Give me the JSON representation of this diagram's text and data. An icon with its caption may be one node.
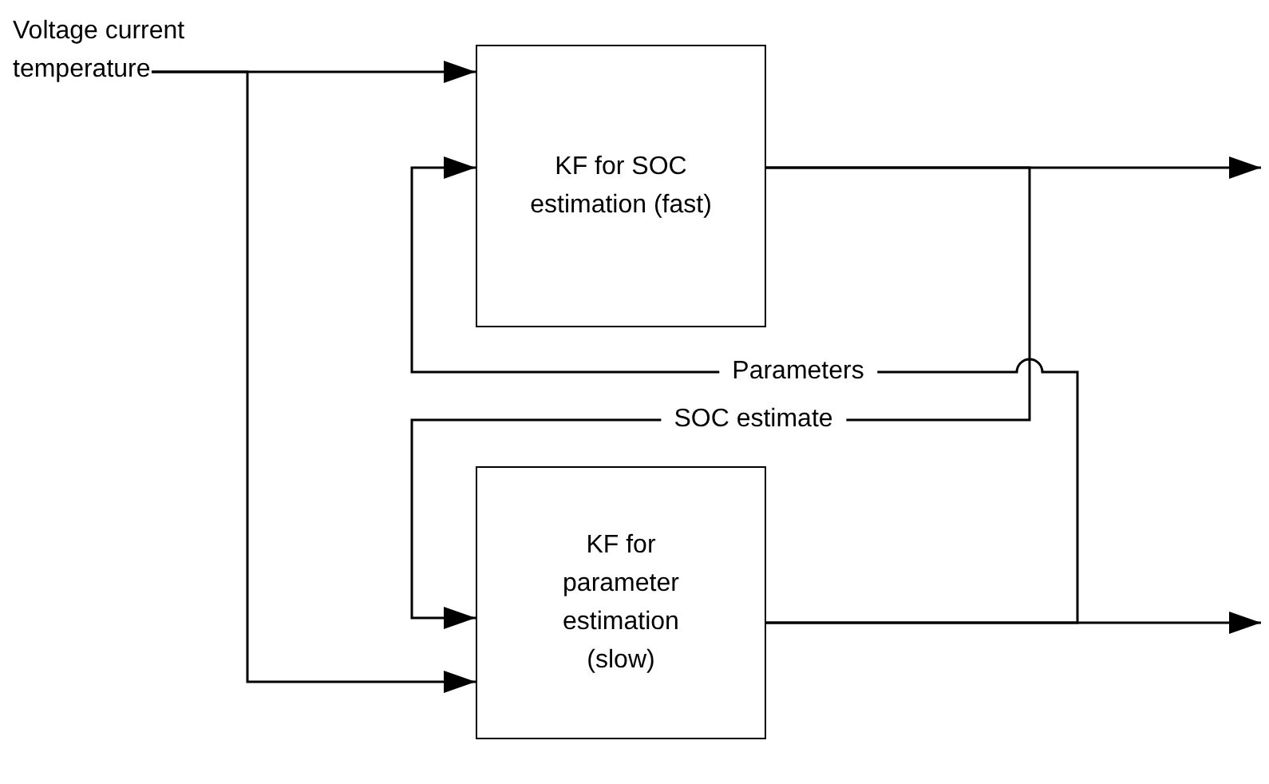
{
  "diagram": {
    "nodes": [
      {
        "text": [
          "Voltage current temperature"
        ]
      },
      {
        "text": [
          "KF for SOC estimation (fast)"
        ]
      },
      {
        "text": [
          "KF for parameter estimation (slow)"
        ]
      }
    ],
    "edges": [
      {
        "from": 0,
        "to": 1,
        "arrow": "to"
      },
      {
        "from": 0,
        "to": 2,
        "arrow": "to"
      },
      {
        "from": 1,
        "to": null,
        "arrow": "to"
      },
      {
        "from": 1,
        "to": 2,
        "arrow": "to",
        "label": "SOC estimate"
      },
      {
        "from": 2,
        "to": null,
        "arrow": "to"
      },
      {
        "from": 2,
        "to": 1,
        "arrow": "to",
        "label": "Parameters"
      }
    ]
  }
}
